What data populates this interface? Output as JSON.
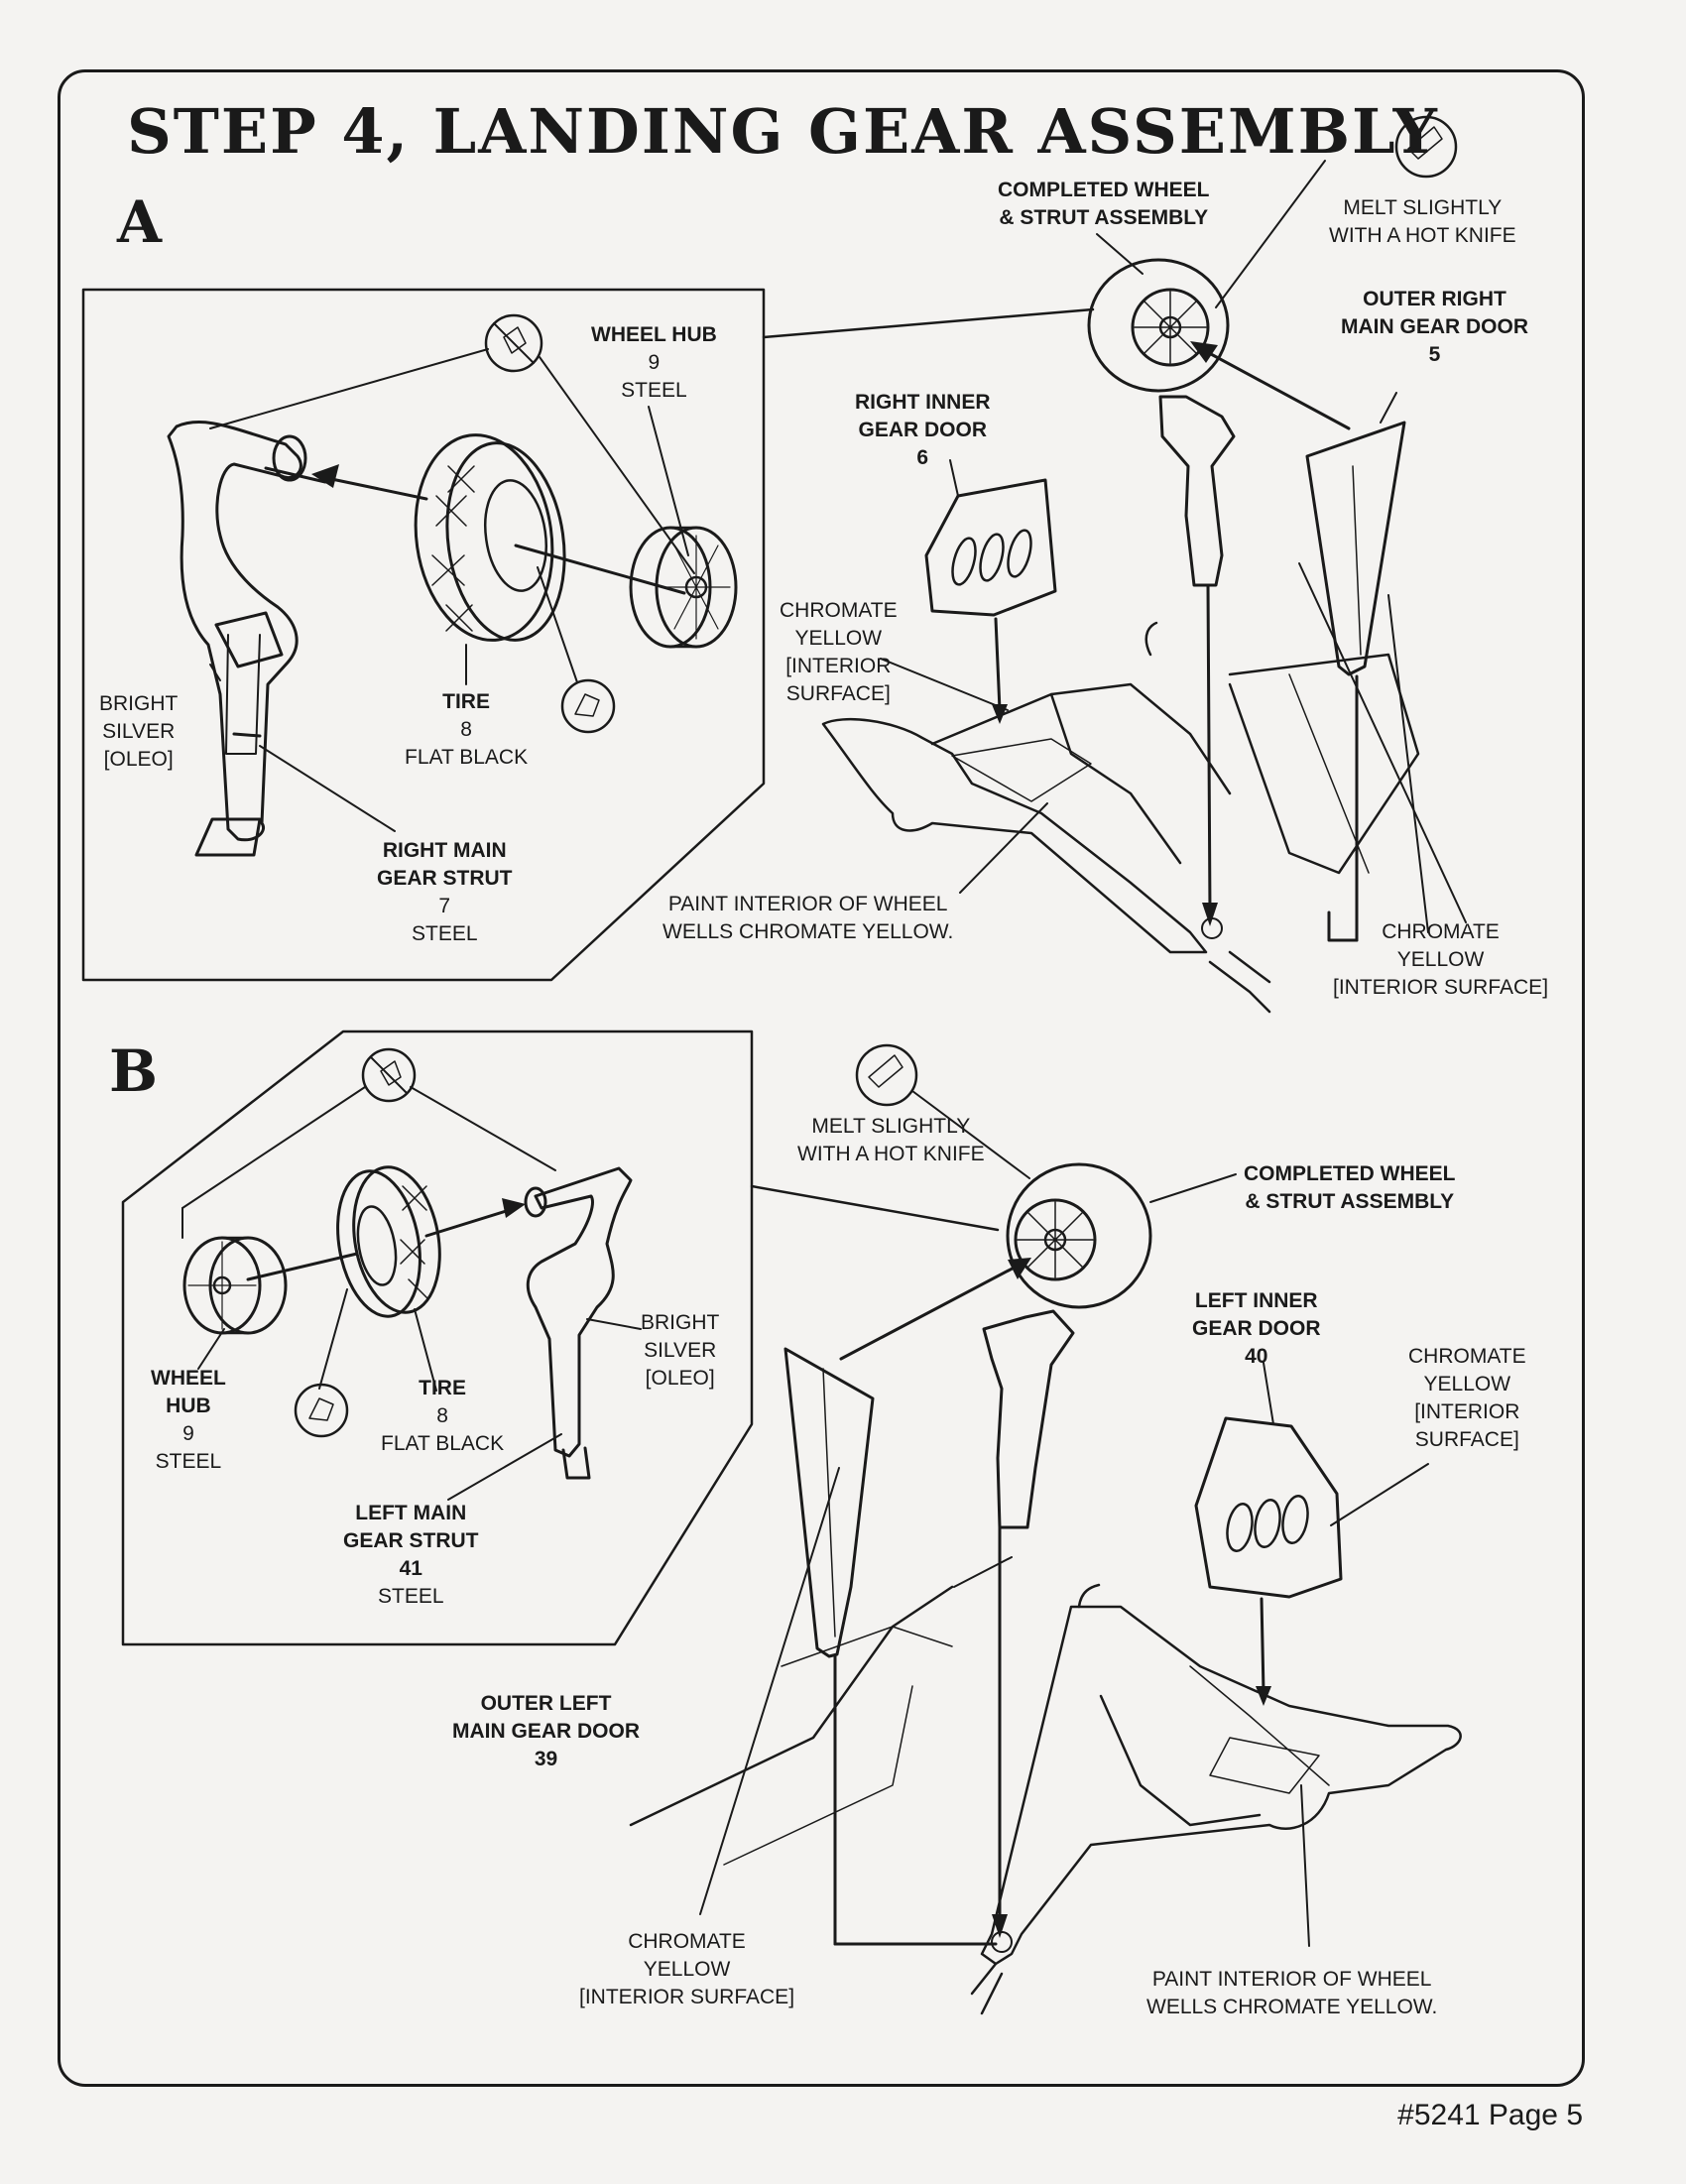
{
  "title": "STEP 4, LANDING GEAR ASSEMBLY",
  "sections": {
    "a": {
      "label": "A",
      "labels": {
        "wheel_hub": [
          "WHEEL HUB",
          "9",
          "STEEL"
        ],
        "bright_silver": [
          "BRIGHT",
          "SILVER",
          "[OLEO]"
        ],
        "tire": [
          "TIRE",
          "8",
          "FLAT BLACK"
        ],
        "right_main_gear_strut": [
          "RIGHT MAIN",
          "GEAR STRUT",
          "7",
          "STEEL"
        ],
        "completed_wheel": [
          "COMPLETED WHEEL",
          "& STRUT ASSEMBLY"
        ],
        "melt_slightly": [
          "MELT SLIGHTLY",
          "WITH A HOT KNIFE"
        ],
        "outer_right_main_gear_door": [
          "OUTER RIGHT",
          "MAIN GEAR DOOR",
          "5"
        ],
        "right_inner_gear_door": [
          "RIGHT INNER",
          "GEAR DOOR",
          "6"
        ],
        "chromate_yellow_left": [
          "CHROMATE",
          "YELLOW",
          "[INTERIOR",
          "SURFACE]"
        ],
        "paint_interior": [
          "PAINT INTERIOR OF WHEEL",
          "WELLS CHROMATE YELLOW."
        ],
        "chromate_yellow_right": [
          "CHROMATE",
          "YELLOW",
          "[INTERIOR SURFACE]"
        ]
      }
    },
    "b": {
      "label": "B",
      "labels": {
        "wheel_hub": [
          "WHEEL",
          "HUB",
          "9",
          "STEEL"
        ],
        "tire": [
          "TIRE",
          "8",
          "FLAT BLACK"
        ],
        "bright_silver": [
          "BRIGHT",
          "SILVER",
          "[OLEO]"
        ],
        "left_main_gear_strut": [
          "LEFT MAIN",
          "GEAR STRUT",
          "41",
          "STEEL"
        ],
        "melt_slightly": [
          "MELT SLIGHTLY",
          "WITH A HOT KNIFE"
        ],
        "completed_wheel": [
          "COMPLETED WHEEL",
          "& STRUT ASSEMBLY"
        ],
        "left_inner_gear_door": [
          "LEFT INNER",
          "GEAR DOOR",
          "40"
        ],
        "chromate_yellow_right": [
          "CHROMATE",
          "YELLOW",
          "[INTERIOR",
          "SURFACE]"
        ],
        "outer_left_main_gear_door": [
          "OUTER LEFT",
          "MAIN GEAR DOOR",
          "39"
        ],
        "chromate_yellow_bottom": [
          "CHROMATE",
          "YELLOW",
          "[INTERIOR SURFACE]"
        ],
        "paint_interior": [
          "PAINT INTERIOR OF WHEEL",
          "WELLS CHROMATE YELLOW."
        ]
      }
    }
  },
  "footer": "#5241 Page 5"
}
